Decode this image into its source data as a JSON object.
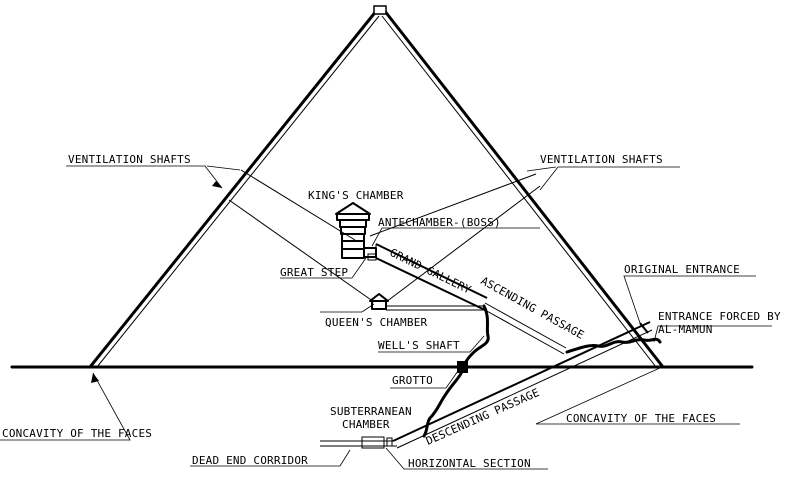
{
  "labels": {
    "ventilation_shafts_left": "VENTILATION SHAFTS",
    "ventilation_shafts_right": "VENTILATION SHAFTS",
    "kings_chamber": "KING'S CHAMBER",
    "antechamber": "ANTECHAMBER-(BOSS)",
    "great_step": "GREAT STEP",
    "grand_gallery": "GRAND GALLERY",
    "ascending_passage": "ASCENDING PASSAGE",
    "original_entrance": "ORIGINAL ENTRANCE",
    "entrance_forced_line1": "ENTRANCE FORCED BY",
    "entrance_forced_line2": "AL-MAMUN",
    "queens_chamber": "QUEEN'S CHAMBER",
    "wells_shaft": "WELL'S SHAFT",
    "grotto": "GROTTO",
    "subterranean_line1": "SUBTERRANEAN",
    "subterranean_line2": "CHAMBER",
    "descending_passage": "DESCENDING PASSAGE",
    "concavity_left": "CONCAVITY OF THE FACES",
    "concavity_right": "CONCAVITY OF THE FACES",
    "dead_end_corridor": "DEAD END CORRIDOR",
    "horizontal_section": "HORIZONTAL SECTION"
  }
}
